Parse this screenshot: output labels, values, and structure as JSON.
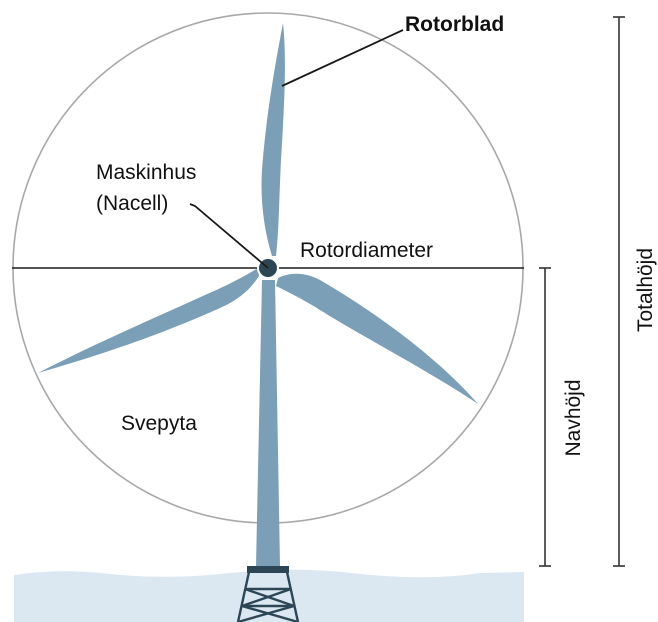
{
  "labels": {
    "rotorblad": "Rotorblad",
    "maskinhus_line1": "Maskinhus",
    "maskinhus_line2": "(Nacell)",
    "rotordiameter": "Rotordiameter",
    "svepyta": "Svepyta",
    "navhojd": "Navhöjd",
    "totalhojd": "Totalhöjd"
  },
  "colors": {
    "turbine": "#7c9fb8",
    "turbine_dark": "#2d4655",
    "sea": "#dbe8f2",
    "circle": "#a8a8a8",
    "lines": "#1a1a1a",
    "dimension_lines": "#333333"
  }
}
